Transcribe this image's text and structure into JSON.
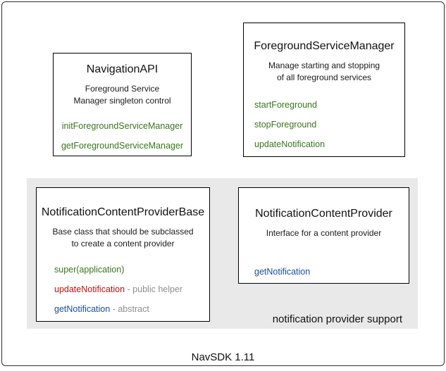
{
  "colors": {
    "green": "#38761d",
    "red": "#bb1111",
    "blue": "#174ea0",
    "annotation": "#8e8e8e",
    "text": "#111111",
    "group_bg": "#e9e9e9",
    "box_border": "#000000",
    "frame_border": "#2f2f2f"
  },
  "frame": {
    "caption": "NavSDK 1.11"
  },
  "group": {
    "label": "notification provider support"
  },
  "boxes": {
    "navigation_api": {
      "title": "NavigationAPI",
      "description": [
        "Foreground Service",
        "Manager singleton control"
      ],
      "methods": [
        {
          "name": "initForegroundServiceManager",
          "color": "green",
          "suffix": ""
        },
        {
          "name": "getForegroundServiceManager",
          "color": "green",
          "suffix": ""
        }
      ]
    },
    "foreground_service_manager": {
      "title": "ForegroundServiceManager",
      "description": [
        "Manage starting and stopping",
        "of all foreground services"
      ],
      "methods": [
        {
          "name": "startForeground",
          "color": "green",
          "suffix": ""
        },
        {
          "name": "stopForeground",
          "color": "green",
          "suffix": ""
        },
        {
          "name": "updateNotification",
          "color": "green",
          "suffix": ""
        }
      ]
    },
    "notification_content_provider_base": {
      "title": "NotificationContentProviderBase",
      "description": [
        "Base class that should be subclassed",
        "to create a content provider"
      ],
      "methods": [
        {
          "name": "super(application)",
          "color": "green",
          "suffix": ""
        },
        {
          "name": "updateNotification",
          "color": "red",
          "suffix": " - public helper"
        },
        {
          "name": "getNotification",
          "color": "blue",
          "suffix": " - abstract"
        }
      ]
    },
    "notification_content_provider": {
      "title": "NotificationContentProvider",
      "description": [
        "Interface for a content provider"
      ],
      "methods": [
        {
          "name": "getNotification",
          "color": "blue",
          "suffix": ""
        }
      ]
    }
  }
}
